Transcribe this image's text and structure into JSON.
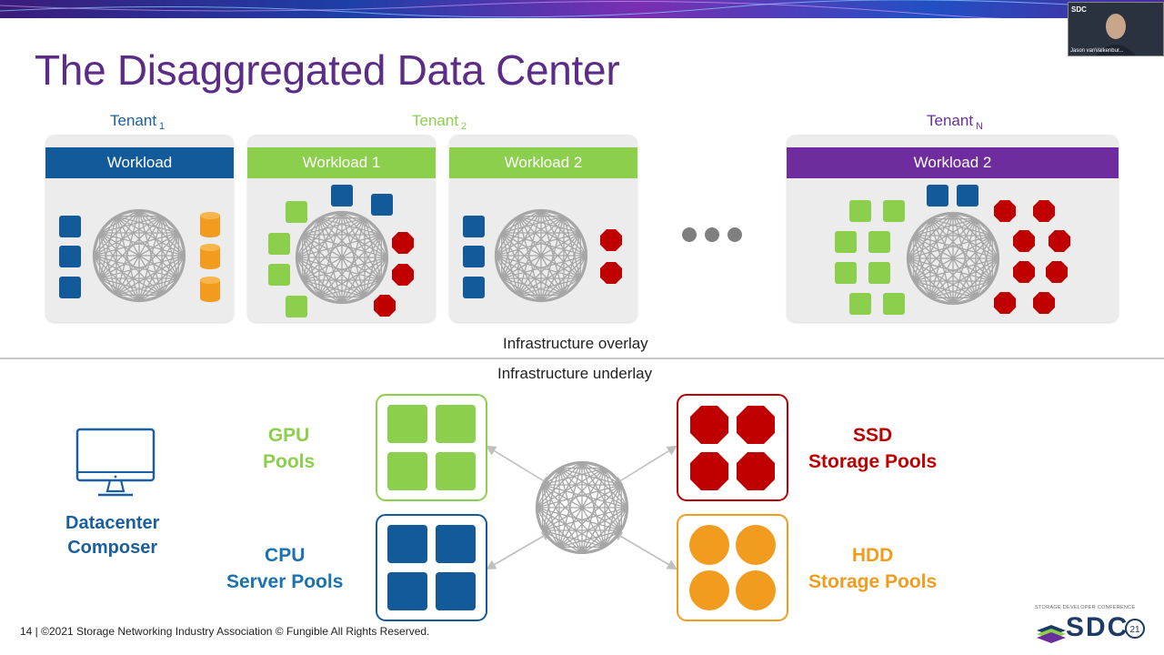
{
  "slide": {
    "title": "The Disaggregated Data Center",
    "footer": "14 | ©2021 Storage Networking Industry Association © Fungible  All Rights Reserved."
  },
  "webcam": {
    "logo_text": "SDC",
    "name": "Jason vanValkenbur..."
  },
  "tenants": [
    {
      "label": "Tenant",
      "sub": "1",
      "color": "#1a5fa0"
    },
    {
      "label": "Tenant",
      "sub": "2",
      "color": "#8ccf4d"
    },
    {
      "label": "Tenant",
      "sub": "N",
      "color": "#6a2f9a"
    }
  ],
  "workloads": [
    {
      "label": "Workload",
      "color": "#135a9b"
    },
    {
      "label": "Workload 1",
      "color": "#8ccf4d"
    },
    {
      "label": "Workload 2",
      "color": "#8ccf4d"
    },
    {
      "label": "Workload 2",
      "color": "#6f2c9f"
    }
  ],
  "layers": {
    "overlay": "Infrastructure overlay",
    "underlay": "Infrastructure underlay"
  },
  "composer": {
    "line1": "Datacenter",
    "line2": "Composer"
  },
  "pools": {
    "gpu": {
      "line1": "GPU",
      "line2": "Pools",
      "color": "#8ccf4d"
    },
    "cpu": {
      "line1": "CPU",
      "line2": "Server Pools",
      "color": "#1a73b0"
    },
    "ssd": {
      "line1": "SSD",
      "line2": "Storage Pools",
      "color": "#c00000"
    },
    "hdd": {
      "line1": "HDD",
      "line2": "Storage Pools",
      "color": "#f29c1f"
    }
  },
  "colors": {
    "green": "#8ccf4d",
    "blue": "#135a9b",
    "red": "#c00000",
    "orange": "#f29c1f",
    "mesh": "#a6a6a6",
    "purple": "#5b2d86"
  },
  "brand": {
    "logo_text": "SDC",
    "tagline": "STORAGE DEVELOPER CONFERENCE",
    "badge": "21"
  }
}
